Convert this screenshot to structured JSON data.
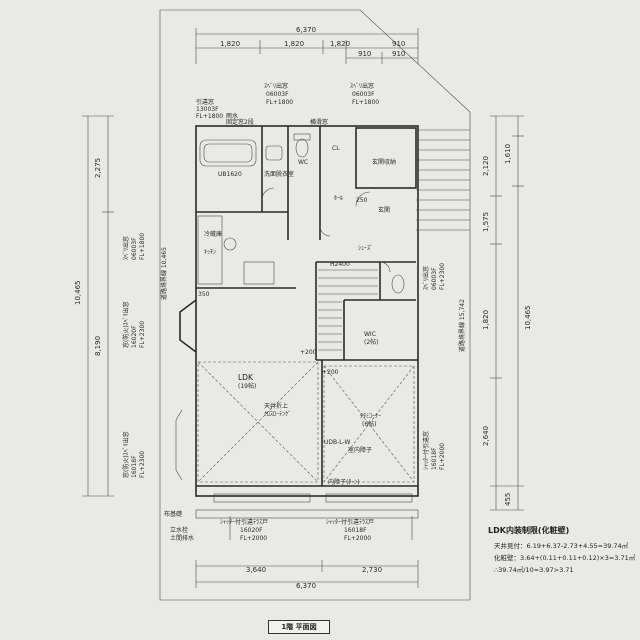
{
  "dimensions": {
    "top_total": "6,370",
    "top_row": [
      "1,820",
      "1,820",
      "1,820",
      "910"
    ],
    "top_sub": [
      "910",
      "910"
    ],
    "left_total": "10,465",
    "left_parts": [
      "2,275",
      "8,190"
    ],
    "right_total": "10,465",
    "right_parts": [
      "2,120",
      "1,610",
      "1,575",
      "1,820",
      "2,640",
      "455"
    ],
    "bottom_row": [
      "3,640",
      "2,730"
    ],
    "bottom_total": "6,370",
    "diagonal": "道路境界線 15,742",
    "left_mid_label": "道路境界線 10,465"
  },
  "labels": {
    "window_top_1": [
      "ｽﾍﾞﾘ出窓",
      "06003F",
      "FL+1800"
    ],
    "window_top_2": [
      "ｽﾍﾞﾘ出窓",
      "06003F",
      "FL+1800"
    ],
    "window_top_left": [
      "引違窓",
      "13003F",
      "FL+1800"
    ],
    "kidai": "雨水",
    "fixed_window": "固定窓2段",
    "sliding_window": "横滑窓",
    "ub": "UB1620",
    "washroom": "洗面脱衣室",
    "wc_label": "WC",
    "cl": "CL",
    "entrance_storage": "玄関収納",
    "entrance": "玄関",
    "hall": "ﾎｰﾙ",
    "shoes": "ｼｭｰｽﾞ",
    "wic": "WIC",
    "wic_sub": "(2帖)",
    "ldk": "LDK",
    "ldk_size": "(19帖)",
    "tatami": "ﾀﾀﾐｺｰﾅｰ",
    "tatami_size": "(6帖)",
    "ceiling": "天井折上",
    "ceiling_sub": "ｸﾛｽﾛｰﾃﾝｸﾞ",
    "udb": "UDB-L-W",
    "inner_shoji": "室内障子",
    "inner_shoji_bottom": "内障子(ﾀｰﾝ)",
    "bottom_window_1": [
      "ｼｬｯﾀｰ付引違ﾃﾗｽ戸",
      "16020F",
      "FL+2000"
    ],
    "bottom_window_2": [
      "ｼｬｯﾀｰ付引違ﾃﾗｽ戸",
      "16018F",
      "FL+2000"
    ],
    "fuki": "布基礎",
    "tateto": "立水栓",
    "dokan": "土間排水",
    "kitchen": "ｷｯﾁﾝ",
    "fridge": "冷蔵庫",
    "h2400": "H2400",
    "pm200_1": "+200",
    "pm200_2": "+200",
    "n250": "250",
    "n350": "350",
    "left_window_1": [
      "ｽﾍﾞﾘ出窓",
      "06003F",
      "FL+1800"
    ],
    "left_window_2": [
      "窓(防火)ｽﾍﾞﾘ出窓",
      "16020F",
      "FL+2300"
    ],
    "left_window_3": [
      "窓(防火)ｽﾍﾞﾘ出窓",
      "16018F",
      "FL+2300"
    ],
    "right_window_1": [
      "ｽﾍﾞﾘ出窓",
      "06003F",
      "FL+2300"
    ],
    "right_window_2": [
      "ｼｬｯﾀｰ付引違窓",
      "16018F",
      "FL+2000"
    ]
  },
  "notes": {
    "title": "LDK内装制限(化粧壁)",
    "line1": "天井見付：6.19+6.37-2.73+4.55=39.74㎡",
    "line2": "化粧壁：3.64+(0.11+0.11+0.12)×3=3.71㎡",
    "line3": "∴39.74㎡/10=3.97>3.71"
  },
  "sheet_title": "1階 平面図"
}
